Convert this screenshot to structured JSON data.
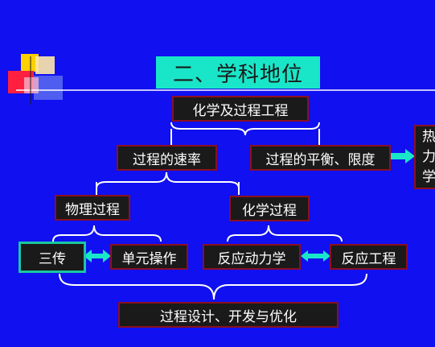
{
  "slide": {
    "title": "二、学科地位",
    "colors": {
      "background": "#1010f0",
      "box_fill": "#1a1a1a",
      "box_border": "#8b1020",
      "title_fill": "#19e6c8",
      "connector": "#ffffff",
      "arrow": "#19e6c8"
    }
  },
  "nodes": {
    "root": "化学及过程工程",
    "rate": "过程的速率",
    "equilibrium": "过程的平衡、限度",
    "thermo_cut": "热\n力\n学",
    "physical": "物理过程",
    "chemical": "化学过程",
    "transfer": "三传",
    "unit_ops": "单元操作",
    "kinetics": "反应动力学",
    "reaction_eng": "反应工程",
    "design": "过程设计、开发与优化"
  },
  "decoration": {
    "logo_icon": "stacked-squares-icon"
  }
}
